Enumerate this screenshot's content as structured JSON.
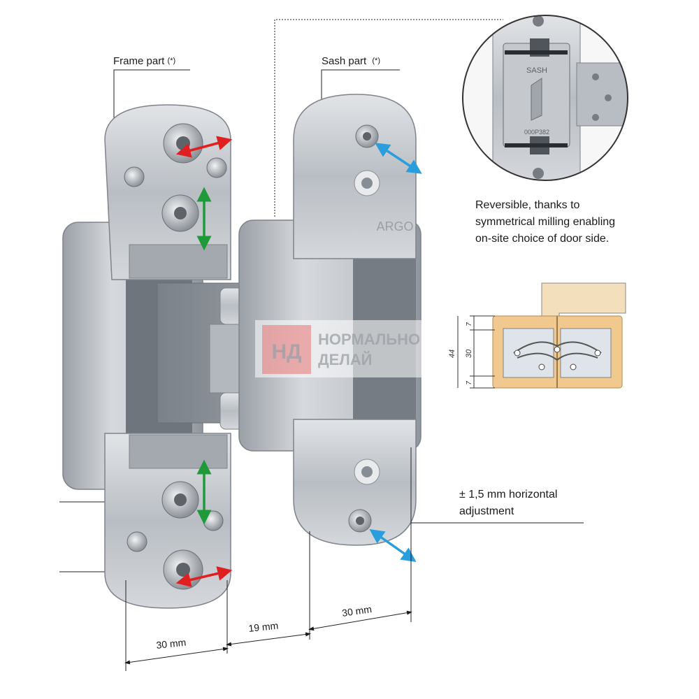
{
  "labels": {
    "frame_part": "Frame part",
    "frame_mark": "(*)",
    "sash_part": "Sash part",
    "sash_mark": "(*)",
    "reversible_note": "Reversible, thanks to symmetrical milling enabling on-site choice of door side.",
    "adjustment_note": "± 1,5 mm horizontal adjustment"
  },
  "dimensions": {
    "frame_width": "30 mm",
    "gap": "19 mm",
    "sash_width": "30 mm"
  },
  "detail": {
    "plate_text": "SASH",
    "plate_code": "000P382",
    "sash_side_text": "ARGO"
  },
  "cross_section": {
    "total": "44",
    "middle": "30",
    "top": "7",
    "bottom": "7"
  },
  "watermark": {
    "logo_letters": "НД",
    "line1": "НОРМАЛЬНО",
    "line2": "ДЕЛАЙ"
  },
  "colors": {
    "metal": "#c9cdd2",
    "metal_dark": "#8e949b",
    "adjust_red": "#e02020",
    "adjust_green": "#1f9a3a",
    "adjust_blue": "#2a9ddc",
    "wood": "#f1c98e"
  }
}
